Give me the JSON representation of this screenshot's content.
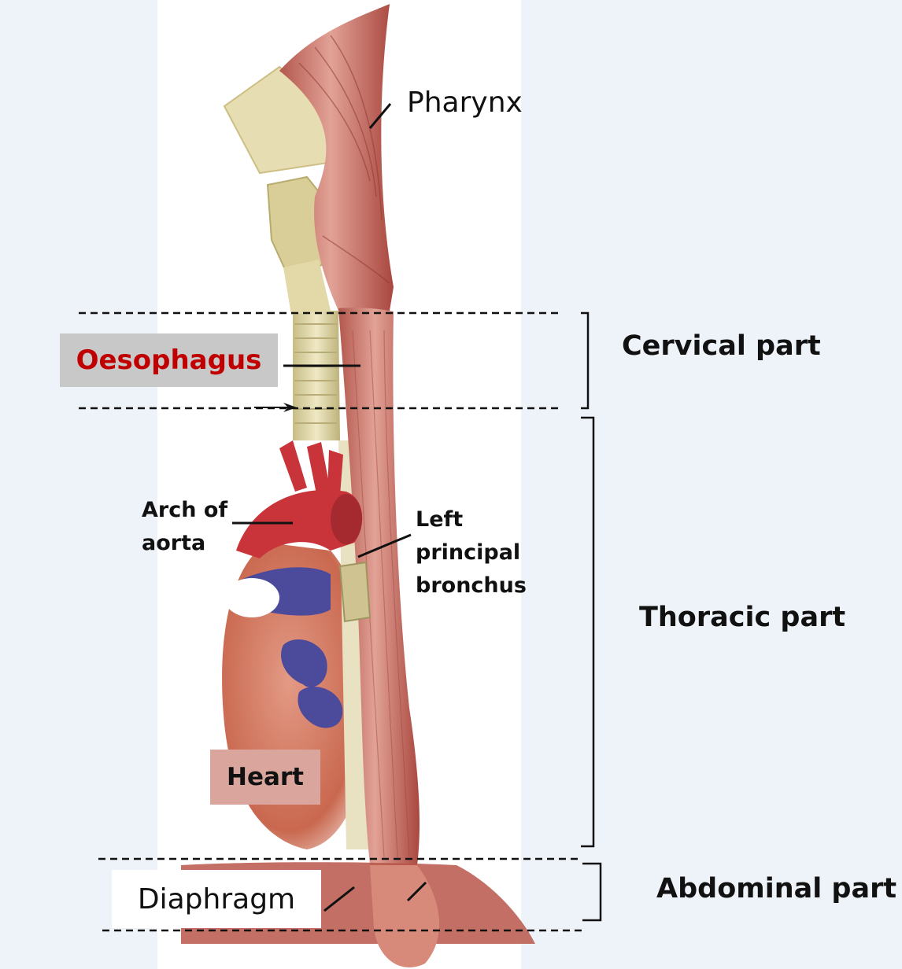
{
  "labels": {
    "pharynx": "Pharynx",
    "oesophagus": "Oesophagus",
    "cervical_part": "Cervical part",
    "arch_of_aorta": "Arch of aorta",
    "left_principal_bronchus": "Left principal bronchus",
    "thoracic_part": "Thoracic part",
    "heart": "Heart",
    "diaphragm": "Diaphragm",
    "abdominal_part": "Abdominal part"
  },
  "colors": {
    "background": "#eef3fa",
    "oesophagus_label": "#c00000",
    "muscle": "#c97a6e",
    "cartilage": "#dcd3a6",
    "aorta": "#c8343a",
    "vein": "#4c4a9b"
  }
}
